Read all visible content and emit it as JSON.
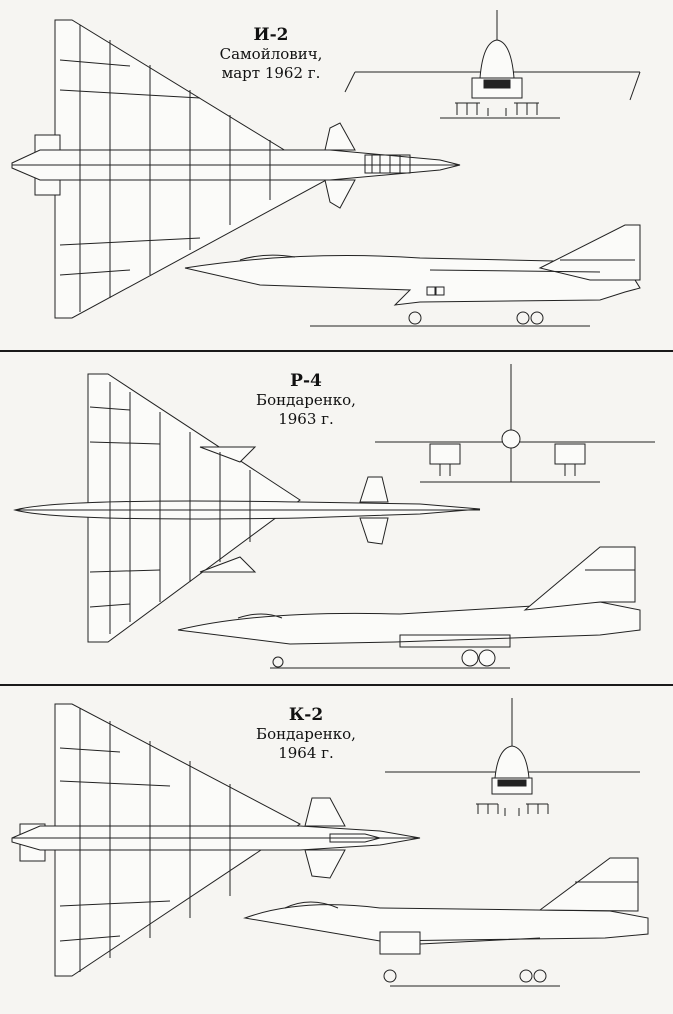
{
  "panels": [
    {
      "name": "И-2",
      "designer": "Самойлович,",
      "date": "март 1962 г."
    },
    {
      "name": "Р-4",
      "designer": "Бондаренко,",
      "date": "1963 г."
    },
    {
      "name": "К-2",
      "designer": "Бондаренко,",
      "date": "1964 г."
    }
  ]
}
